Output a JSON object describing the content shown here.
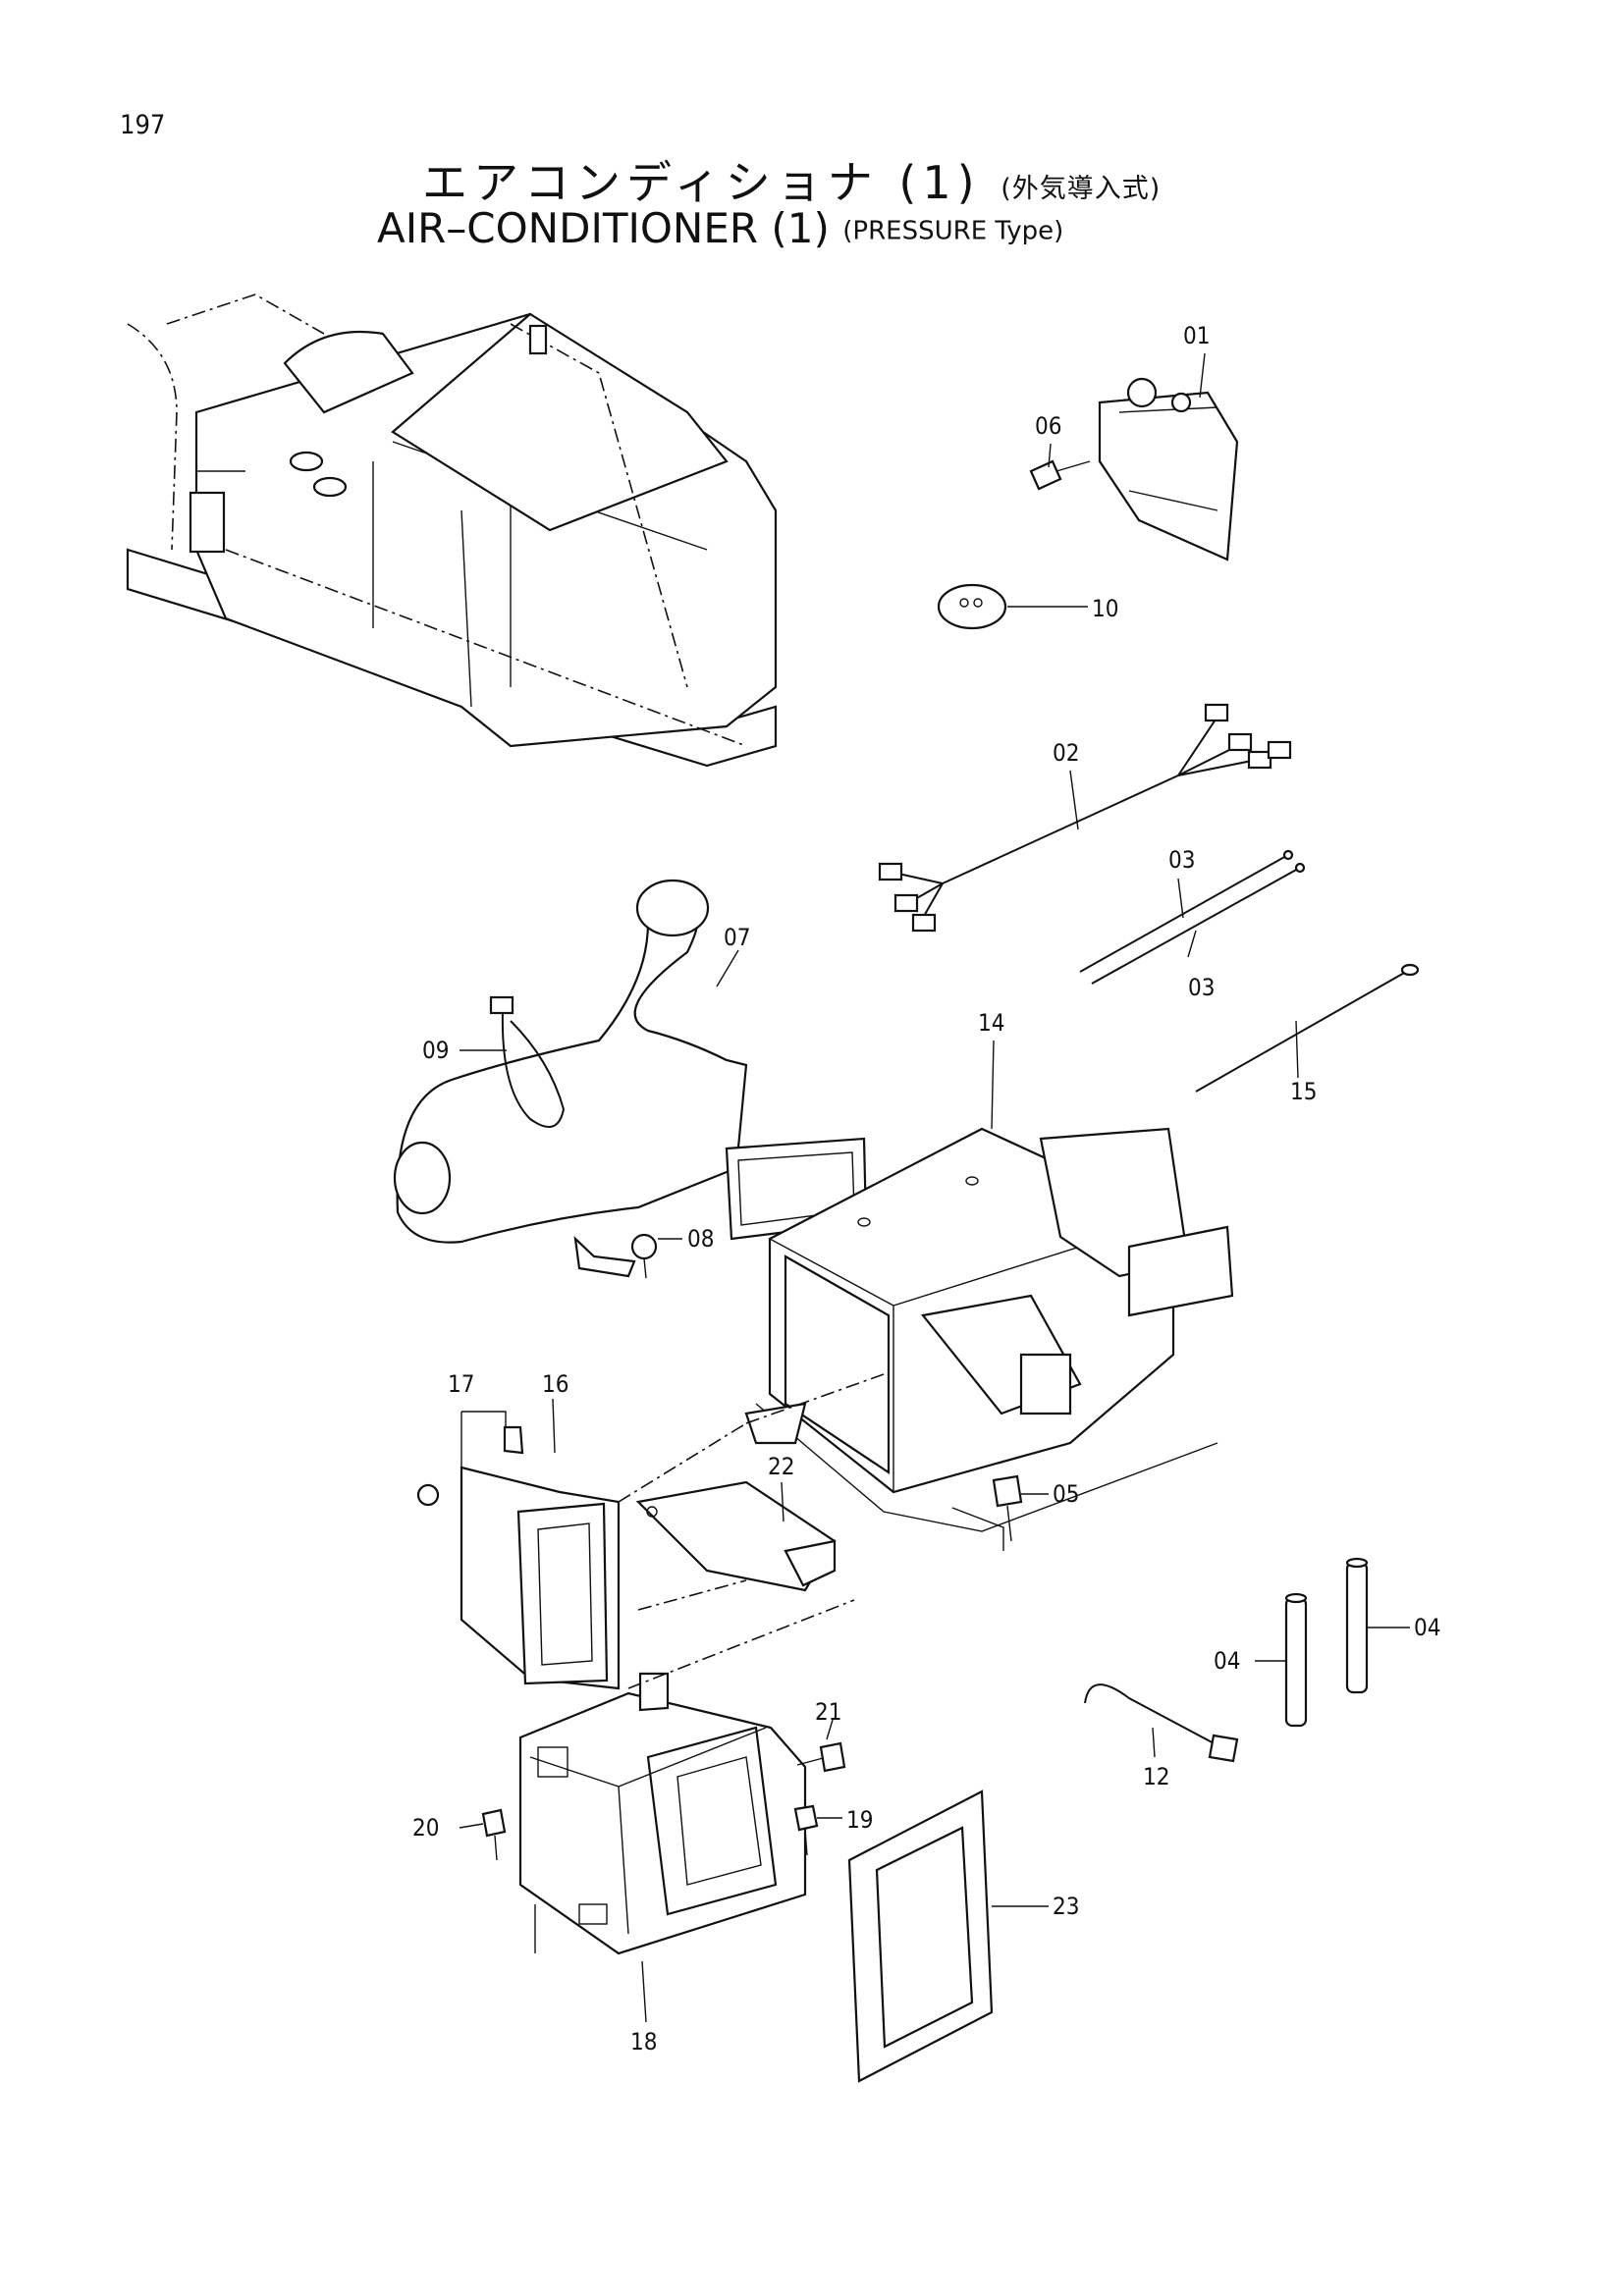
{
  "page_number": "197",
  "title": {
    "jp_main": "エアコンディショナ (1)",
    "jp_sub": "(外気導入式)",
    "en_main": "AIR–CONDITIONER (1)",
    "en_sub": "(PRESSURE Type)"
  },
  "callouts": [
    {
      "id": "c01",
      "label": "01"
    },
    {
      "id": "c06",
      "label": "06"
    },
    {
      "id": "c10",
      "label": "10"
    },
    {
      "id": "c02",
      "label": "02"
    },
    {
      "id": "c03a",
      "label": "03"
    },
    {
      "id": "c03b",
      "label": "03"
    },
    {
      "id": "c07",
      "label": "07"
    },
    {
      "id": "c09",
      "label": "09"
    },
    {
      "id": "c14",
      "label": "14"
    },
    {
      "id": "c15",
      "label": "15"
    },
    {
      "id": "c08",
      "label": "08"
    },
    {
      "id": "c17",
      "label": "17"
    },
    {
      "id": "c16",
      "label": "16"
    },
    {
      "id": "c22",
      "label": "22"
    },
    {
      "id": "c05",
      "label": "05"
    },
    {
      "id": "c04a",
      "label": "04"
    },
    {
      "id": "c04b",
      "label": "04"
    },
    {
      "id": "c12",
      "label": "12"
    },
    {
      "id": "c21",
      "label": "21"
    },
    {
      "id": "c20",
      "label": "20"
    },
    {
      "id": "c19",
      "label": "19"
    },
    {
      "id": "c23",
      "label": "23"
    },
    {
      "id": "c18",
      "label": "18"
    }
  ]
}
